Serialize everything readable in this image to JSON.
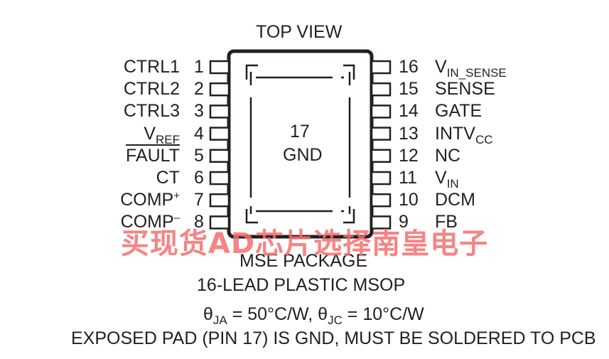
{
  "title": "TOP VIEW",
  "left_pins": [
    {
      "num": "1",
      "name": "CTRL1",
      "sub": "",
      "sup": "",
      "overline": false
    },
    {
      "num": "2",
      "name": "CTRL2",
      "sub": "",
      "sup": "",
      "overline": false
    },
    {
      "num": "3",
      "name": "CTRL3",
      "sub": "",
      "sup": "",
      "overline": false
    },
    {
      "num": "4",
      "name": "V",
      "sub": "REF",
      "sup": "",
      "overline": false
    },
    {
      "num": "5",
      "name": "FAULT",
      "sub": "",
      "sup": "",
      "overline": true
    },
    {
      "num": "6",
      "name": "CT",
      "sub": "",
      "sup": "",
      "overline": false
    },
    {
      "num": "7",
      "name": "COMP",
      "sub": "",
      "sup": "+",
      "overline": false
    },
    {
      "num": "8",
      "name": "COMP",
      "sub": "",
      "sup": "–",
      "overline": false
    }
  ],
  "right_pins": [
    {
      "num": "16",
      "name": "V",
      "sub": "IN_SENSE"
    },
    {
      "num": "15",
      "name": "SENSE",
      "sub": ""
    },
    {
      "num": "14",
      "name": "GATE",
      "sub": ""
    },
    {
      "num": "13",
      "name": "INTV",
      "sub": "CC"
    },
    {
      "num": "12",
      "name": "NC",
      "sub": ""
    },
    {
      "num": "11",
      "name": "V",
      "sub": "IN"
    },
    {
      "num": "10",
      "name": "DCM",
      "sub": ""
    },
    {
      "num": "9",
      "name": "FB",
      "sub": ""
    }
  ],
  "exposed_pad": {
    "num": "17",
    "name": "GND"
  },
  "package": {
    "line1": "MSE PACKAGE",
    "line2": "16-LEAD PLASTIC MSOP",
    "thermal": {
      "theta": "θ",
      "ja_sub": "JA",
      "ja_value": " = 50°C/W, ",
      "jc_sub": "JC",
      "jc_value": " = 10°C/W"
    },
    "note": "EXPOSED PAD (PIN 17) IS GND, MUST BE SOLDERED TO PCB"
  },
  "watermark": "买现货AD芯片选择南皇电子",
  "colors": {
    "ink": "#231f20",
    "watermark": "#f56e6e"
  }
}
